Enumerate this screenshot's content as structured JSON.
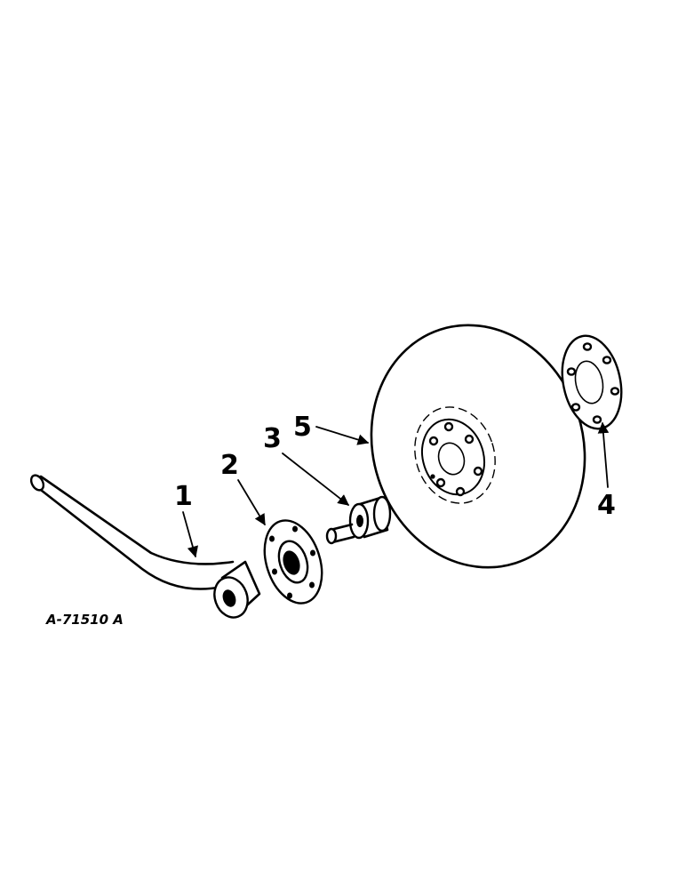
{
  "figure_id": "A-71510 A",
  "callouts": [
    {
      "id": "1",
      "label": "1"
    },
    {
      "id": "2",
      "label": "2"
    },
    {
      "id": "3",
      "label": "3"
    },
    {
      "id": "4",
      "label": "4"
    },
    {
      "id": "5",
      "label": "5"
    }
  ],
  "parts": [
    {
      "callout": "1",
      "icon": "bent-arm-icon"
    },
    {
      "callout": "2",
      "icon": "hub-flange-icon"
    },
    {
      "callout": "3",
      "icon": "spindle-icon"
    },
    {
      "callout": "4",
      "icon": "washer-plate-icon"
    },
    {
      "callout": "5",
      "icon": "disc-blade-icon"
    }
  ]
}
